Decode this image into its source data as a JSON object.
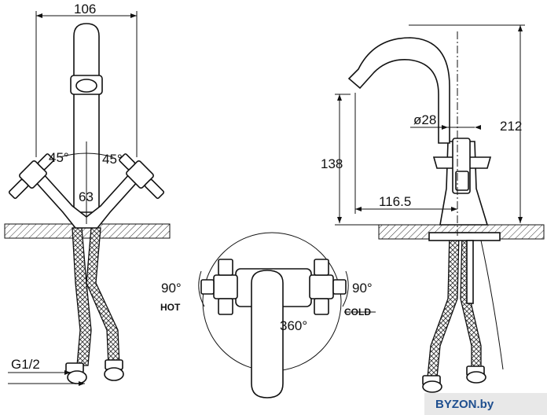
{
  "dimensions": {
    "spout_width": "106",
    "angle_left": "45°",
    "angle_right": "45°",
    "handle_spacing": "63",
    "thread": "G1/2",
    "height_outlet": "138",
    "reach": "116.5",
    "body_diameter": "ø28",
    "total_height": "212",
    "rotation_left": "90°",
    "rotation_right": "90°",
    "spout_rotation": "360°"
  },
  "labels": {
    "hot": "HOT",
    "cold": "COLD"
  },
  "watermark": {
    "text": "BYZON.by",
    "color": "#1f4f8f"
  }
}
